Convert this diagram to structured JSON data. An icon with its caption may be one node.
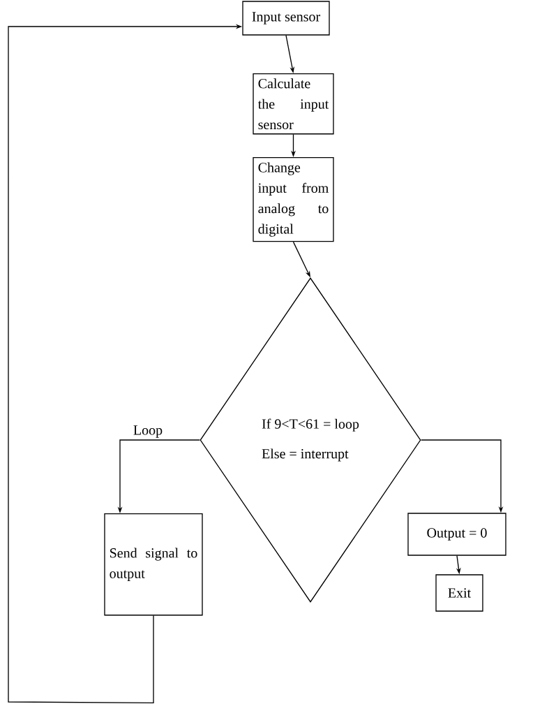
{
  "diagram": {
    "nodes": [
      {
        "text": [
          "Input sensor"
        ]
      },
      {
        "text": [
          "Calculate the input sensor"
        ]
      },
      {
        "text": [
          "Change input from analog to digital"
        ]
      },
      {
        "text": [
          "If 9<T<61 = loop",
          "Else = interrupt"
        ]
      },
      {
        "text": [
          "Send signal to output"
        ]
      },
      {
        "text": [
          "Output = 0"
        ]
      },
      {
        "text": [
          "Exit"
        ]
      }
    ],
    "edges": [
      {
        "from": 0,
        "to": 1,
        "arrow": "to"
      },
      {
        "from": 1,
        "to": 2,
        "arrow": "to"
      },
      {
        "from": 2,
        "to": 3,
        "arrow": "to"
      },
      {
        "from": 3,
        "to": 4,
        "arrow": "to",
        "label": "Loop"
      },
      {
        "from": 3,
        "to": 5,
        "arrow": "to"
      },
      {
        "from": 5,
        "to": 6,
        "arrow": "to"
      },
      {
        "from": 4,
        "to": 0,
        "arrow": "to"
      }
    ]
  }
}
